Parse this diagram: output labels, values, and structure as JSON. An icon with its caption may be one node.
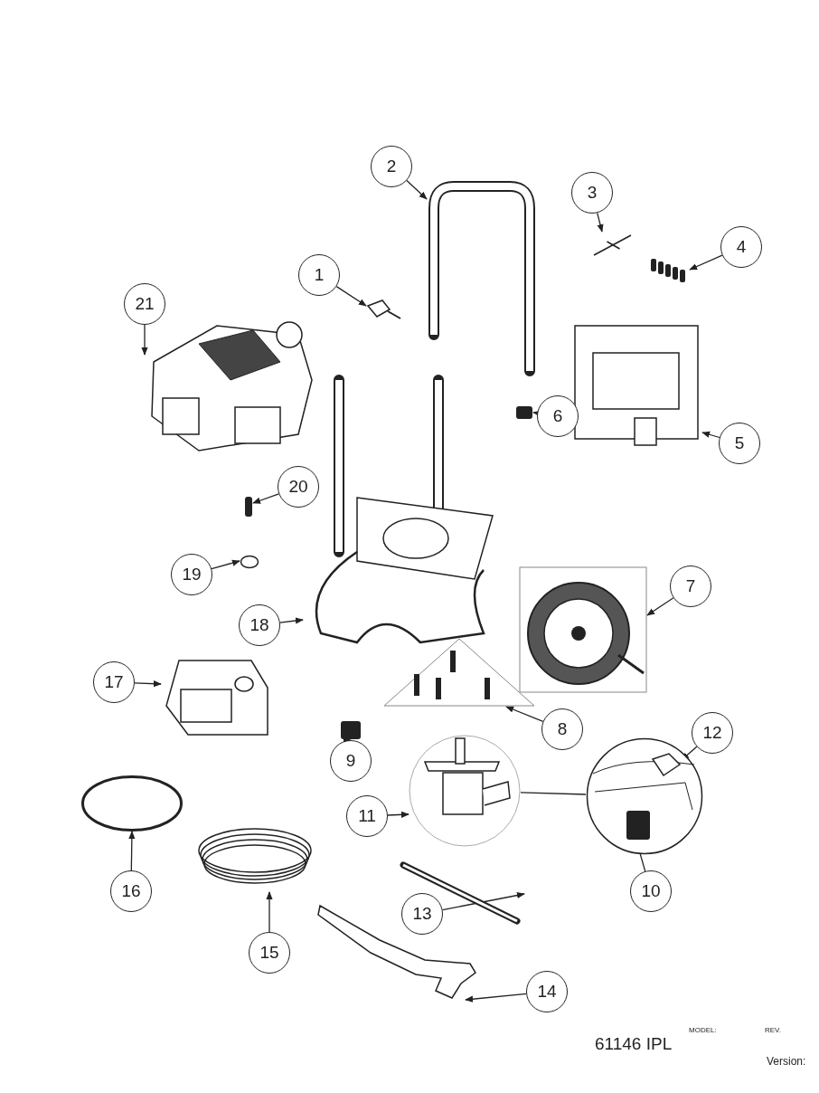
{
  "diagram": {
    "nodes": [
      {
        "text": [
          "1"
        ]
      },
      {
        "text": [
          "2"
        ]
      },
      {
        "text": [
          "3"
        ]
      },
      {
        "text": [
          "4"
        ]
      },
      {
        "text": [
          "5"
        ]
      },
      {
        "text": [
          "6"
        ]
      },
      {
        "text": [
          "7"
        ]
      },
      {
        "text": [
          "8"
        ]
      },
      {
        "text": [
          "9"
        ]
      },
      {
        "text": [
          "10"
        ]
      },
      {
        "text": [
          "11"
        ]
      },
      {
        "text": [
          "12"
        ]
      },
      {
        "text": [
          "13"
        ]
      },
      {
        "text": [
          "14"
        ]
      },
      {
        "text": [
          "15"
        ]
      },
      {
        "text": [
          "16"
        ]
      },
      {
        "text": [
          "17"
        ]
      },
      {
        "text": [
          "18"
        ]
      },
      {
        "text": [
          "19"
        ]
      },
      {
        "text": [
          "20"
        ]
      },
      {
        "text": [
          "21"
        ]
      },
      {
        "text": [],
        "shape": "circle"
      },
      {
        "text": [],
        "shape": "picture"
      },
      {
        "text": [],
        "shape": "picture"
      },
      {
        "text": [],
        "shape": "picture"
      },
      {
        "text": [],
        "shape": "picture"
      },
      {
        "text": [],
        "shape": "picture"
      },
      {
        "text": [],
        "shape": "box"
      },
      {
        "text": [],
        "shape": "picture"
      },
      {
        "text": [],
        "shape": "picture"
      },
      {
        "text": [],
        "shape": "box"
      },
      {
        "text": [],
        "shape": "box",
        "in": 21
      },
      {
        "text": [],
        "shape": "picture"
      },
      {
        "text": [],
        "shape": "picture",
        "in": 21
      },
      {
        "text": [],
        "shape": "picture"
      },
      {
        "text": [],
        "shape": "picture"
      },
      {
        "text": [],
        "shape": "picture"
      },
      {
        "text": [],
        "shape": "circle"
      },
      {
        "text": [],
        "shape": "picture"
      },
      {
        "text": [],
        "shape": "picture"
      },
      {
        "text": [],
        "shape": "circle"
      },
      {
        "text": [],
        "shape": "box"
      },
      {
        "text": [],
        "shape": "picture"
      }
    ],
    "edges": [
      {
        "from": 0,
        "to": 22,
        "arrow": "to"
      },
      {
        "from": 1,
        "to": 23,
        "arrow": "to"
      },
      {
        "from": 2,
        "to": 24,
        "arrow": "to"
      },
      {
        "from": 3,
        "to": 25,
        "arrow": "to"
      },
      {
        "from": 4,
        "to": 26,
        "arrow": "to"
      },
      {
        "from": 5,
        "to": 27,
        "arrow": "to"
      },
      {
        "from": 6,
        "to": 28,
        "arrow": "to"
      },
      {
        "from": 7,
        "to": 29,
        "arrow": "to"
      },
      {
        "from": 8,
        "to": 30,
        "arrow": "to"
      },
      {
        "from": 9,
        "to": 31,
        "arrow": "to"
      },
      {
        "from": 10,
        "to": 32,
        "arrow": "to"
      },
      {
        "from": 11,
        "to": 33,
        "arrow": "to"
      },
      {
        "from": 12,
        "to": 34,
        "arrow": "to"
      },
      {
        "from": 13,
        "to": 35,
        "arrow": "to"
      },
      {
        "from": 14,
        "to": 36,
        "arrow": "to"
      },
      {
        "from": 15,
        "to": 37,
        "arrow": "to"
      },
      {
        "from": 16,
        "to": 38,
        "arrow": "to"
      },
      {
        "from": 17,
        "to": 39,
        "arrow": "to"
      },
      {
        "from": 18,
        "to": 40,
        "arrow": "to"
      },
      {
        "from": 19,
        "to": 41,
        "arrow": "to"
      },
      {
        "from": 20,
        "to": 42,
        "arrow": "to"
      },
      {
        "from": 32,
        "to": 21,
        "arrow": "none"
      }
    ],
    "labels": [
      "MODEL:",
      "REV.",
      "61146 IPL",
      "Version:"
    ]
  }
}
